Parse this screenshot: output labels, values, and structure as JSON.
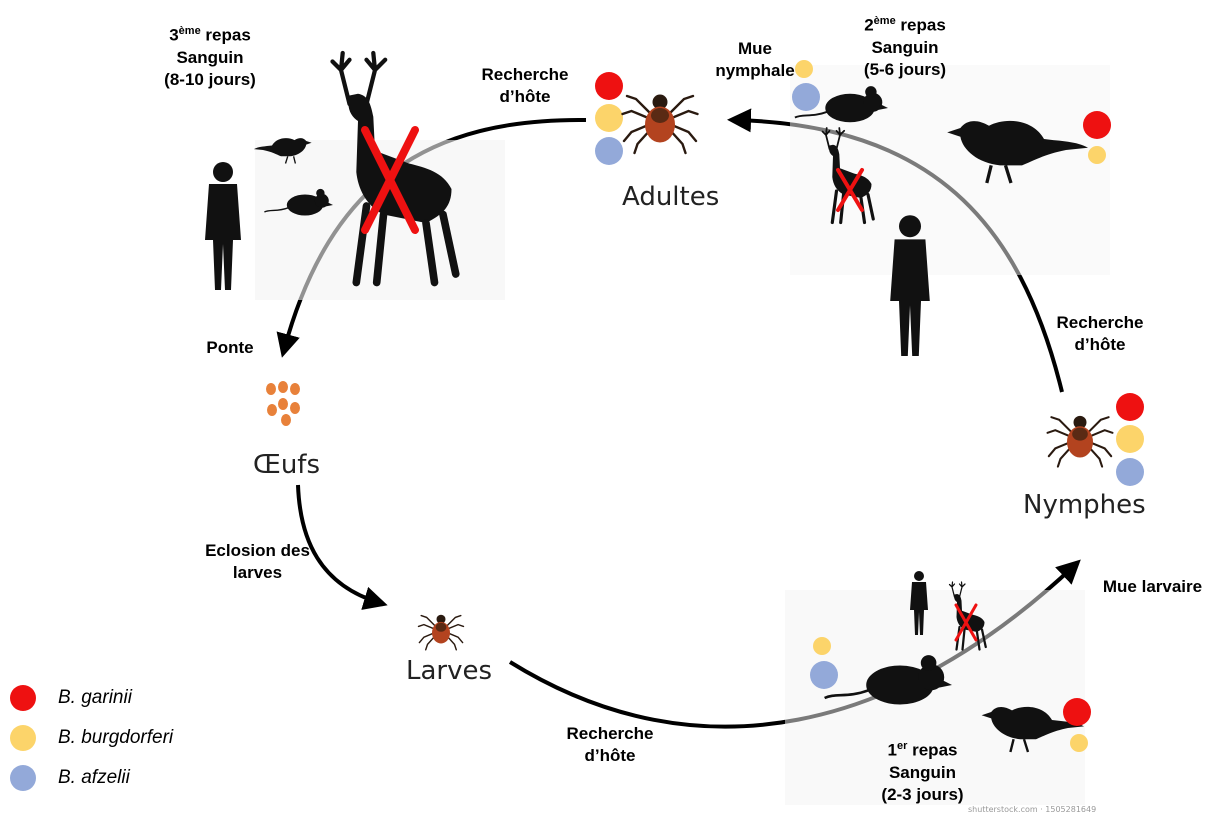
{
  "stages": {
    "adultes": "Adultes",
    "nymphes": "Nymphes",
    "larves": "Larves",
    "oeufs": "Œufs"
  },
  "labels": {
    "repas3": {
      "line1_pre": "3",
      "line1_sup": "ème",
      "line1_post": " repas",
      "line2": "Sanguin",
      "line3": "(8-10 jours)"
    },
    "repas2": {
      "line1_pre": "2",
      "line1_sup": "ème",
      "line1_post": " repas",
      "line2": "Sanguin",
      "line3": "(5-6 jours)"
    },
    "repas1": {
      "line1_pre": "1",
      "line1_sup": "er",
      "line1_post": " repas",
      "line2": "Sanguin",
      "line3": "(2-3 jours)"
    },
    "recherche_top": {
      "line1": "Recherche",
      "line2": "d’hôte"
    },
    "recherche_right": {
      "line1": "Recherche",
      "line2": "d’hôte"
    },
    "recherche_bottom": {
      "line1": "Recherche",
      "line2": "d’hôte"
    },
    "mue_nymphale": {
      "line1": "Mue",
      "line2": "nymphale"
    },
    "mue_larvaire": "Mue larvaire",
    "ponte": "Ponte",
    "eclosion": {
      "line1": "Eclosion des",
      "line2": "larves"
    }
  },
  "legend": [
    {
      "name": "B. garinii",
      "color": "#ee1111"
    },
    {
      "name": "B. burgdorferi",
      "color": "#fcd46a"
    },
    {
      "name": "B. afzelii",
      "color": "#93a9d9"
    }
  ],
  "colors": {
    "garinii": "#ee1111",
    "burgdorferi": "#fcd46a",
    "afzelii": "#93a9d9",
    "tick": "#b3431f",
    "egg": "#e8813a"
  },
  "icons": [
    "deer-icon",
    "bird-icon",
    "mouse-icon",
    "human-icon",
    "tick-icon",
    "eggs-icon",
    "cross-icon"
  ],
  "watermarks": {
    "stock": "shutterstock.com · 1505281649"
  }
}
